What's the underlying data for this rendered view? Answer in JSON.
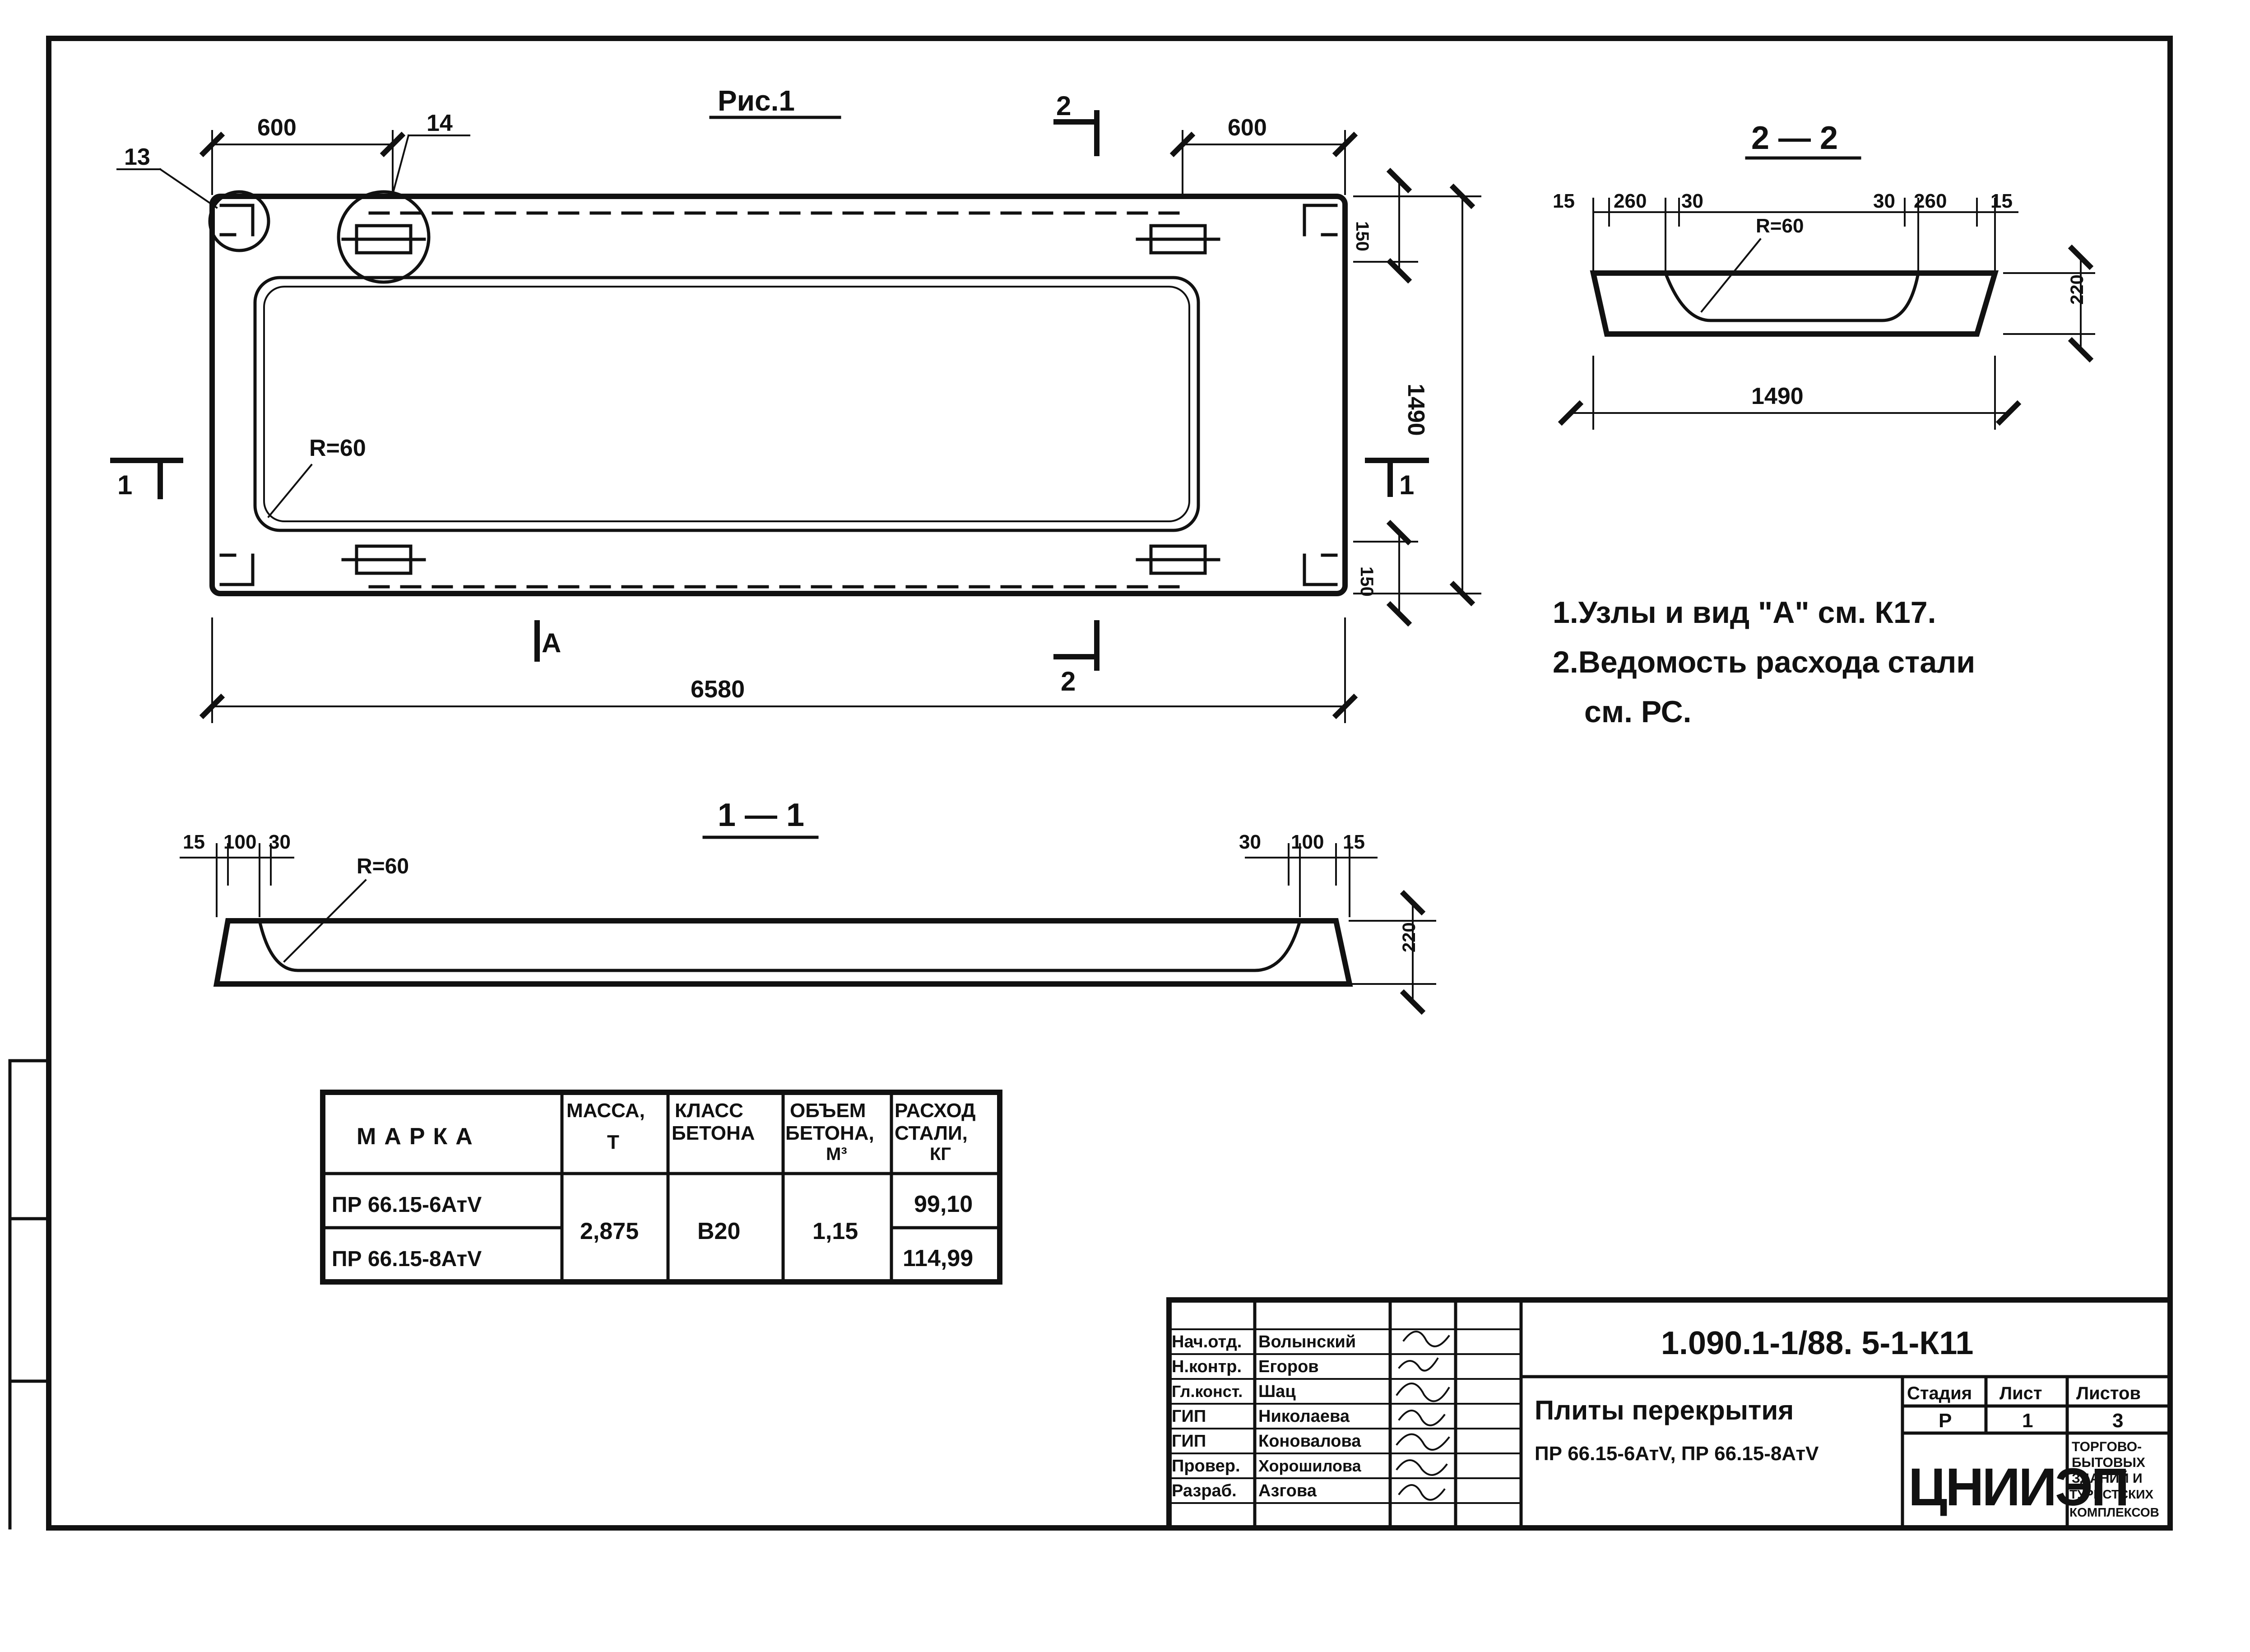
{
  "drawing": {
    "figure_title": "Рис.1",
    "plan_labels": {
      "callout_13": "13",
      "callout_14": "14",
      "dim_600_left": "600",
      "dim_600_right": "600",
      "dim_150_top": "150",
      "dim_150_bottom": "150",
      "dim_1490": "1490",
      "dim_6580": "6580",
      "radius": "R=60",
      "section_1_left": "1",
      "section_1_right": "1",
      "section_2_top": "2",
      "section_2_bottom": "2",
      "view_a": "A"
    },
    "section_2_2": {
      "title": "2 — 2",
      "dims": [
        "15",
        "260",
        "30",
        "30",
        "260",
        "15"
      ],
      "radius": "R=60",
      "height": "220",
      "width": "1490"
    },
    "section_1_1": {
      "title": "1 — 1",
      "dims_left": [
        "15",
        "100",
        "30"
      ],
      "dims_right": [
        "30",
        "100",
        "15"
      ],
      "radius": "R=60",
      "height": "220"
    }
  },
  "notes": [
    "1.Узлы и вид \"А\" см. К17.",
    "2.Ведомость расхода стали",
    "см. РС."
  ],
  "spec_table": {
    "headers": {
      "mark": "МАРКА",
      "mass_1": "МАССА,",
      "mass_2": "Т",
      "class_1": "КЛАСС",
      "class_2": "БЕТОНА",
      "volume_1": "ОБЪЕМ",
      "volume_2": "БЕТОНА,",
      "volume_3": "М³",
      "steel_1": "РАСХОД",
      "steel_2": "СТАЛИ,",
      "steel_3": "КГ"
    },
    "rows": [
      {
        "mark": "ПР 66.15-6АтV",
        "steel": "99,10"
      },
      {
        "mark": "ПР 66.15-8АтV",
        "steel": "114,99"
      }
    ],
    "mass": "2,875",
    "concrete_class": "В20",
    "volume": "1,15"
  },
  "title_block": {
    "code": "1.090.1-1/88. 5-1-К11",
    "title_line1": "Плиты перекрытия",
    "title_line2": "ПР 66.15-6АтV, ПР 66.15-8АтV",
    "stage_header": "Стадия",
    "sheet_header": "Лист",
    "sheets_header": "Листов",
    "stage": "Р",
    "sheet": "1",
    "sheets": "3",
    "org": "ЦНИИЭП",
    "org_desc": [
      "ТОРГОВО-",
      "БЫТОВЫХ",
      "ЗДАНИЙ И",
      "ТУРИСТСКИХ",
      "КОМПЛЕКСОВ"
    ],
    "people": [
      {
        "role": "Нач.отд.",
        "name": "Волынский"
      },
      {
        "role": "Н.контр.",
        "name": "Егоров"
      },
      {
        "role": "Гл.конст.",
        "name": "Шац"
      },
      {
        "role": "ГИП",
        "name": "Николаева"
      },
      {
        "role": "ГИП",
        "name": "Коновалова"
      },
      {
        "role": "Провер.",
        "name": "Хорошилова"
      },
      {
        "role": "Разраб.",
        "name": "Азгова"
      }
    ]
  }
}
